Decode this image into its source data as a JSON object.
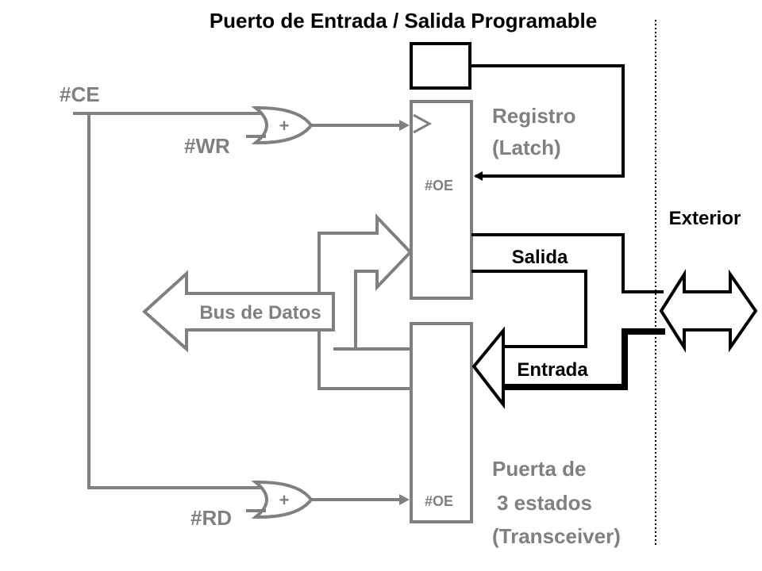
{
  "title": "Puerto de Entrada / Salida Programable",
  "signals": {
    "ce": "#CE",
    "wr": "#WR",
    "rd": "#RD"
  },
  "gates": {
    "top_symbol": "+",
    "bottom_symbol": "+"
  },
  "register": {
    "oe_label": "#OE",
    "name_line1": "Registro",
    "name_line2": "(Latch)"
  },
  "transceiver": {
    "oe_label": "#OE",
    "name_line1": "Puerta de",
    "name_line2": "3 estados",
    "name_line3": "(Transceiver)"
  },
  "bus_label": "Bus de Datos",
  "output_label": "Salida",
  "input_label": "Entrada",
  "exterior_label": "Exterior",
  "colors": {
    "gray": "#808080",
    "black": "#000000"
  }
}
